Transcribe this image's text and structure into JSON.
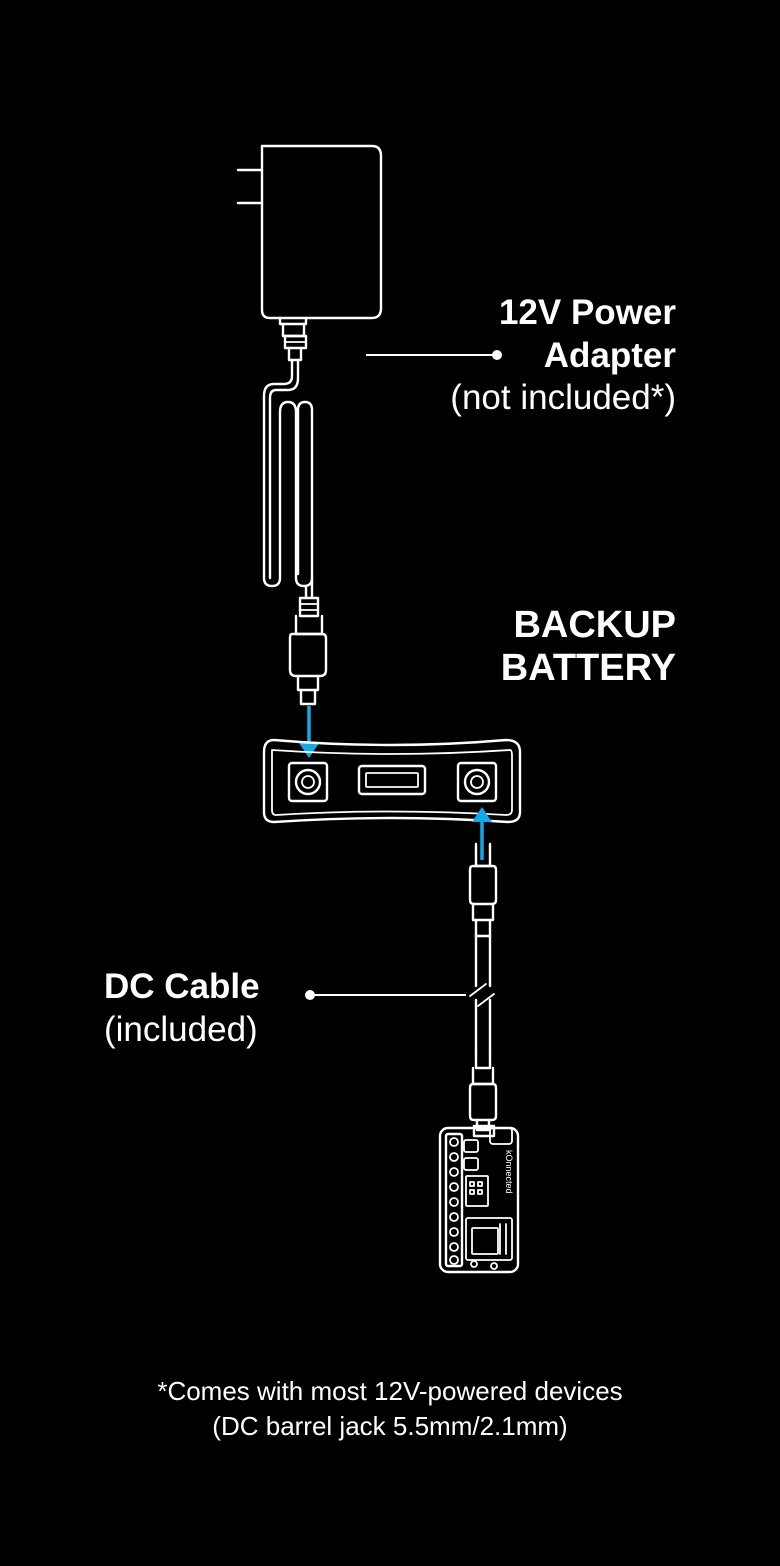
{
  "adapter_callout": {
    "line1": "12V Power",
    "line2": "Adapter",
    "line3": "(not included*)"
  },
  "battery_callout": {
    "line1": "BACKUP",
    "line2": "BATTERY"
  },
  "cable_callout": {
    "line1": "DC Cable",
    "line2": "(included)"
  },
  "device_brand": "kOnnected",
  "footnote": {
    "line1": "*Comes with most 12V-powered devices",
    "line2": "(DC barrel jack 5.5mm/2.1mm)"
  },
  "colors": {
    "background": "#000000",
    "line_art": "#ffffff",
    "arrow": "#12a9ea"
  },
  "icons": [
    "power-adapter-icon",
    "backup-battery-icon",
    "dc-cable-icon",
    "controller-board-icon",
    "arrow-down-icon",
    "arrow-up-icon"
  ]
}
